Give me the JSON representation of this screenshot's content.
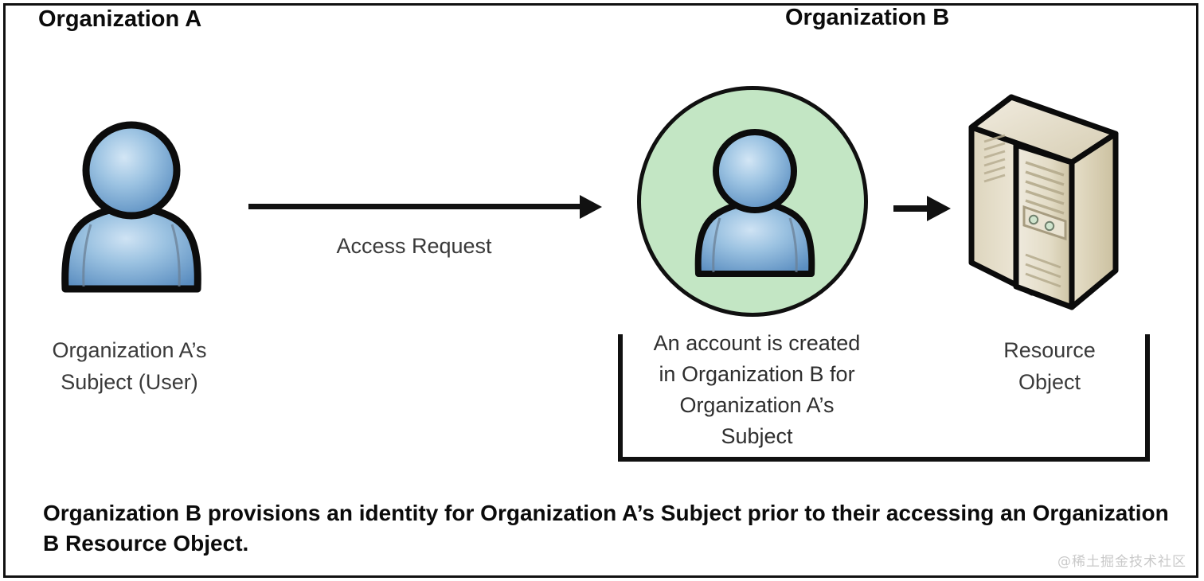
{
  "diagram": {
    "title_left": "Organization A",
    "title_right": "Organization B",
    "background_color": "#ffffff",
    "border_color": "#111111"
  },
  "nodes": {
    "subject": {
      "icon": "user-avatar-icon",
      "label": "Organization A’s\nSubject (User)",
      "color": "#6f9fd0"
    },
    "account": {
      "icon": "user-avatar-icon",
      "container_icon": "green-circle",
      "container_color": "#c3e6c4",
      "caption": "An account is created\nin Organization B for\nOrganization A’s\nSubject"
    },
    "resource": {
      "icon": "server-tower-icon",
      "label": "Resource\nObject",
      "color": "#d8d0b4"
    }
  },
  "edges": {
    "access_request": {
      "label": "Access Request",
      "from": "subject",
      "to": "account",
      "style": "solid-arrow"
    },
    "account_to_resource": {
      "label": "",
      "from": "account",
      "to": "resource",
      "style": "solid-arrow"
    }
  },
  "bracket": {
    "name": "organization-b-bracket",
    "shape": "u-bracket",
    "color": "#101010"
  },
  "footer": {
    "caption": "Organization B provisions an identity for Organization A’s Subject prior to their accessing an Organization B Resource Object."
  },
  "watermark": {
    "text": "@稀土掘金技术社区",
    "color": "#c9c9c9"
  }
}
